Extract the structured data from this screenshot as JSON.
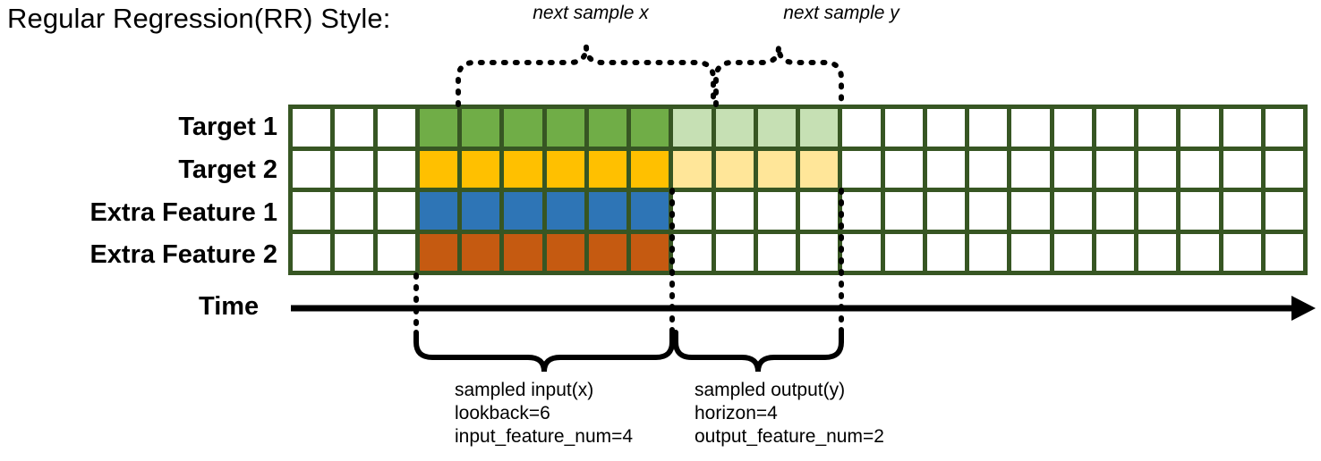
{
  "title": "Regular Regression(RR) Style:",
  "top_annotations": [
    {
      "id": "next-sample-x",
      "label": "next sample x"
    },
    {
      "id": "next-sample-y",
      "label": "next sample y"
    }
  ],
  "row_labels": [
    "Target 1",
    "Target 2",
    "Extra Feature 1",
    "Extra Feature 2"
  ],
  "axis": {
    "label": "Time",
    "direction": "right"
  },
  "footer": {
    "input": {
      "title": "sampled input(x)",
      "line2": "lookback=6",
      "line3": "input_feature_num=4"
    },
    "output": {
      "title": "sampled output(y)",
      "line2": "horizon=4",
      "line3": "output_feature_num=2"
    }
  },
  "colors": {
    "border": "#375623",
    "empty": "#ffffff",
    "target1_dark": "#70ad47",
    "target1_light": "#c6e0b4",
    "target2_dark": "#ffc000",
    "target2_light": "#ffe699",
    "feature1": "#2e75b6",
    "feature2": "#c55a11",
    "ink": "#000000"
  },
  "chart_data": {
    "type": "table",
    "title": "Regular Regression(RR) Style:",
    "columns": 24,
    "rows": 4,
    "lookback": 6,
    "horizon": 4,
    "input_feature_num": 4,
    "output_feature_num": 2,
    "lookback_start_column": 4,
    "lookback_end_column": 9,
    "horizon_start_column": 10,
    "horizon_end_column": 13,
    "row_names": [
      "Target 1",
      "Target 2",
      "Extra Feature 1",
      "Extra Feature 2"
    ],
    "grid": [
      [
        "empty",
        "empty",
        "empty",
        "target1_dark",
        "target1_dark",
        "target1_dark",
        "target1_dark",
        "target1_dark",
        "target1_dark",
        "target1_light",
        "target1_light",
        "target1_light",
        "target1_light",
        "empty",
        "empty",
        "empty",
        "empty",
        "empty",
        "empty",
        "empty",
        "empty",
        "empty",
        "empty",
        "empty"
      ],
      [
        "empty",
        "empty",
        "empty",
        "target2_dark",
        "target2_dark",
        "target2_dark",
        "target2_dark",
        "target2_dark",
        "target2_dark",
        "target2_light",
        "target2_light",
        "target2_light",
        "target2_light",
        "empty",
        "empty",
        "empty",
        "empty",
        "empty",
        "empty",
        "empty",
        "empty",
        "empty",
        "empty",
        "empty"
      ],
      [
        "empty",
        "empty",
        "empty",
        "feature1",
        "feature1",
        "feature1",
        "feature1",
        "feature1",
        "feature1",
        "empty",
        "empty",
        "empty",
        "empty",
        "empty",
        "empty",
        "empty",
        "empty",
        "empty",
        "empty",
        "empty",
        "empty",
        "empty",
        "empty",
        "empty"
      ],
      [
        "empty",
        "empty",
        "empty",
        "feature2",
        "feature2",
        "feature2",
        "feature2",
        "feature2",
        "feature2",
        "empty",
        "empty",
        "empty",
        "empty",
        "empty",
        "empty",
        "empty",
        "empty",
        "empty",
        "empty",
        "empty",
        "empty",
        "empty",
        "empty",
        "empty"
      ]
    ]
  }
}
